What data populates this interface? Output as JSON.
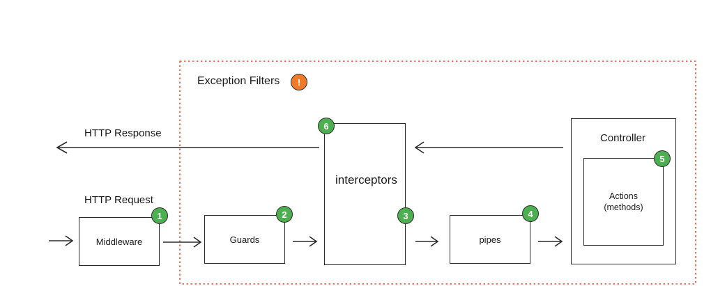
{
  "title": "Exception Filters",
  "exception_badge": "!",
  "labels": {
    "http_response": "HTTP Response",
    "http_request": "HTTP Request"
  },
  "nodes": {
    "middleware": "Middleware",
    "guards": "Guards",
    "interceptors": "interceptors",
    "pipes": "pipes",
    "controller": "Controller",
    "actions_line1": "Actions",
    "actions_line2": "(methods)"
  },
  "steps": {
    "middleware": "1",
    "guards": "2",
    "interceptors_in": "3",
    "pipes": "4",
    "actions": "5",
    "interceptors_out": "6"
  },
  "colors": {
    "step_badge": "#4caf50",
    "exception_badge": "#f07a2a",
    "exception_border": "#d9542b",
    "stroke": "#2a2a2a"
  }
}
